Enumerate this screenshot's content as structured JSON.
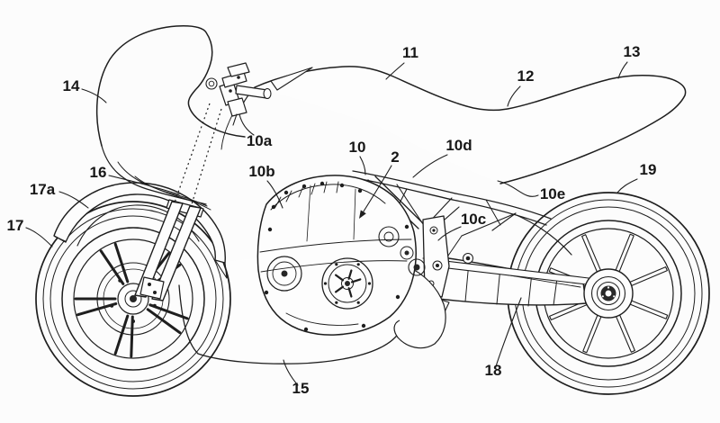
{
  "figure": {
    "kind": "patent line drawing",
    "subject": "motorcycle right-side elevation with reference numerals",
    "background_color": "#fcfcfc",
    "line_color": "#1e1e1e"
  },
  "labels": [
    {
      "ref": "14",
      "part": "windscreen"
    },
    {
      "ref": "16",
      "part": "front-fork"
    },
    {
      "ref": "17a",
      "part": "front-fender"
    },
    {
      "ref": "17",
      "part": "front-wheel-tire"
    },
    {
      "ref": "10a",
      "part": "steering-bracket"
    },
    {
      "ref": "10b",
      "part": "engine-side-cover"
    },
    {
      "ref": "10",
      "part": "main-frame"
    },
    {
      "ref": "2",
      "part": "engine-unit"
    },
    {
      "ref": "10d",
      "part": "seat-rail-frame"
    },
    {
      "ref": "11",
      "part": "tank-cover"
    },
    {
      "ref": "12",
      "part": "seat-cover"
    },
    {
      "ref": "13",
      "part": "tail-cowl"
    },
    {
      "ref": "10e",
      "part": "rear-subframe"
    },
    {
      "ref": "10c",
      "part": "pivot-frame-member"
    },
    {
      "ref": "19",
      "part": "rear-wheel-tire"
    },
    {
      "ref": "18",
      "part": "swingarm"
    },
    {
      "ref": "15",
      "part": "under-cowl"
    }
  ]
}
